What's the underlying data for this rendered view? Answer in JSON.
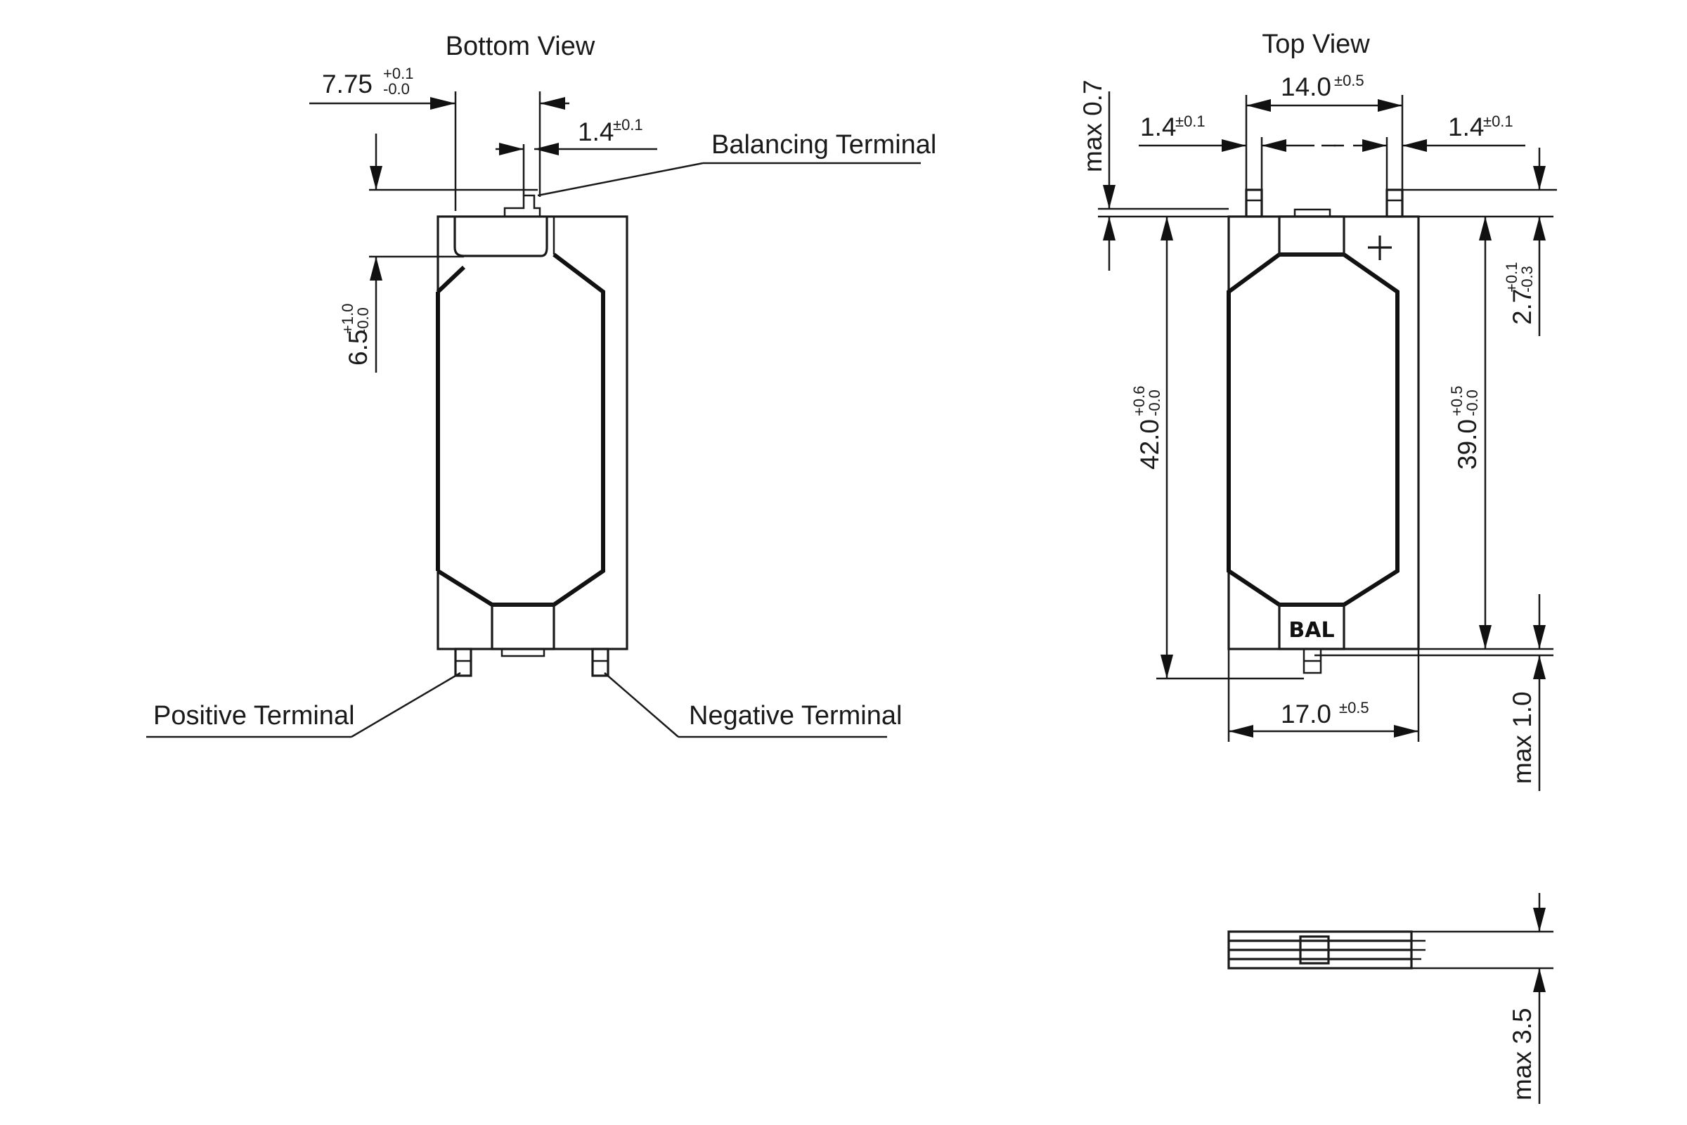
{
  "views": {
    "bottom_title": "Bottom View",
    "top_title": "Top View"
  },
  "labels": {
    "balancing_terminal": "Balancing Terminal",
    "positive_terminal": "Positive Terminal",
    "negative_terminal": "Negative Terminal",
    "bal_mark": "BAL",
    "plus_mark": "+"
  },
  "dimensions": {
    "bottom_width_775": {
      "value": "7.75",
      "tol_plus": "+0.1",
      "tol_minus": "-0.0"
    },
    "bottom_tab_14": {
      "value": "1.4",
      "tol": "±0.1"
    },
    "bottom_height_65": {
      "value": "6.5",
      "tol_plus": "+1.0",
      "tol_minus": "-0.0"
    },
    "top_span_140": {
      "value": "14.0",
      "tol": "±0.5"
    },
    "top_left_14": {
      "value": "1.4",
      "tol": "±0.1"
    },
    "top_right_14": {
      "value": "1.4",
      "tol": "±0.1"
    },
    "top_max07": {
      "value": "max 0.7"
    },
    "top_length_420": {
      "value": "42.0",
      "tol_plus": "+0.6",
      "tol_minus": "-0.0"
    },
    "top_length_390": {
      "value": "39.0",
      "tol_plus": "+0.5",
      "tol_minus": "-0.0"
    },
    "top_offset_27": {
      "value": "2.7",
      "tol_plus": "+0.1",
      "tol_minus": "-0.3"
    },
    "top_width_170": {
      "value": "17.0",
      "tol": "±0.5"
    },
    "top_max10": {
      "value": "max 1.0"
    },
    "side_max35": {
      "value": "max 3.5"
    }
  }
}
